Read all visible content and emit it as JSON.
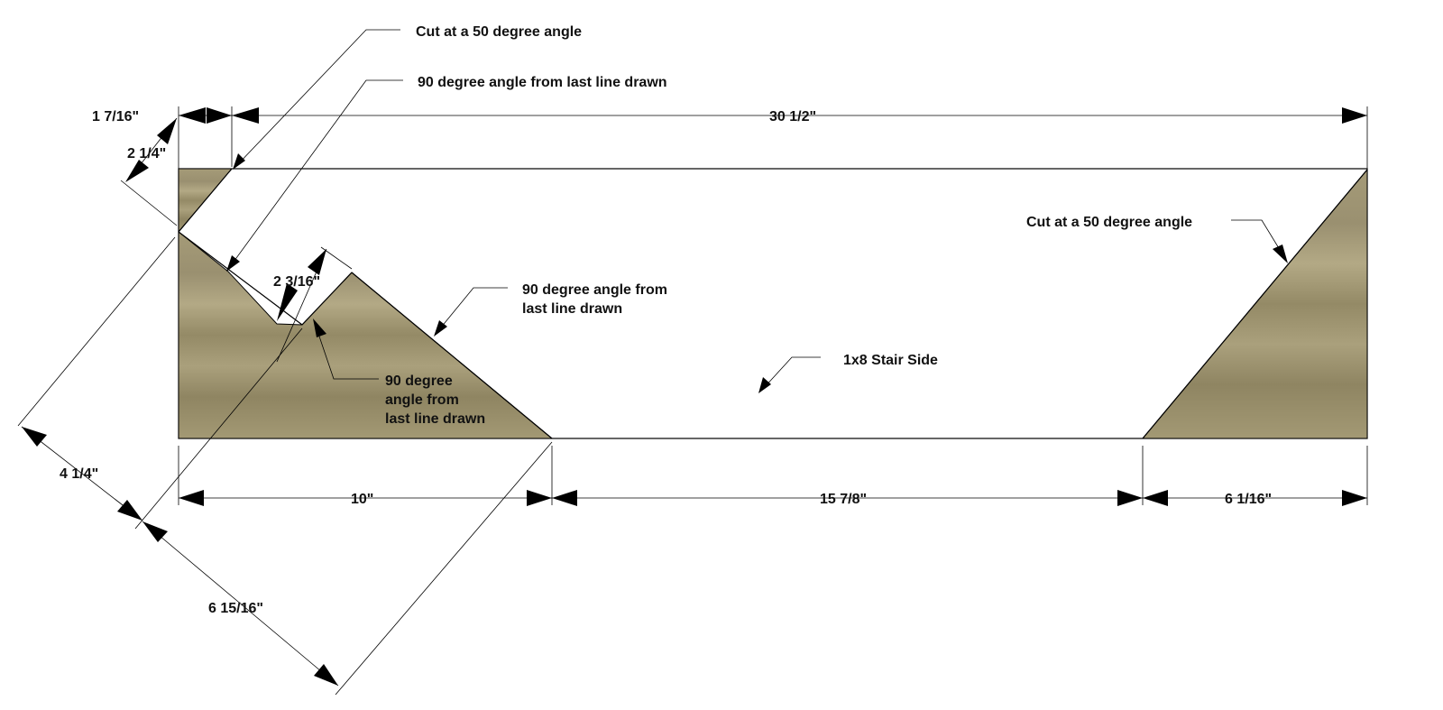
{
  "board": {
    "label": "1x8 Stair Side"
  },
  "dimensions": {
    "top_small": "1 7/16\"",
    "top_overall": "30 1/2\"",
    "left_upper": "2 1/4\"",
    "notch_depth": "2 3/16\"",
    "left_lower": "4 1/4\"",
    "left_long": "6 15/16\"",
    "bottom_left": "10\"",
    "bottom_middle": "15 7/8\"",
    "bottom_right": "6 1/16\""
  },
  "notes": {
    "cut_left": "Cut at a 50 degree angle",
    "ninety_top": "90 degree angle from last line drawn",
    "ninety_mid_line1": "90 degree angle from",
    "ninety_mid_line2": "last line drawn",
    "ninety_low_line1": "90 degree",
    "ninety_low_line2": "angle from",
    "ninety_low_line3": "last line drawn",
    "cut_right": "Cut at a 50 degree angle"
  },
  "colors": {
    "wood_light": "#b8ae8c",
    "wood_mid": "#9e9470",
    "wood_dark": "#857b58",
    "line": "#000000"
  }
}
